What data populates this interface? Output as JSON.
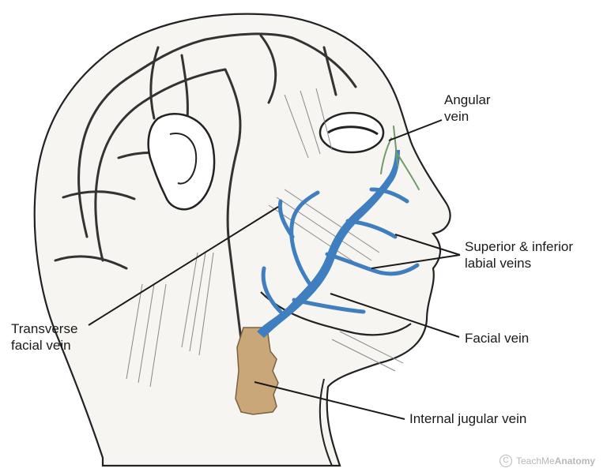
{
  "labels": {
    "angular": {
      "line1": "Angular",
      "line2": "vein"
    },
    "labial": {
      "line1": "Superior & inferior",
      "line2": "labial veins"
    },
    "transverse": {
      "line1": "Transverse",
      "line2": "facial vein"
    },
    "facial": {
      "text": "Facial vein"
    },
    "jugular": {
      "text": "Internal jugular vein"
    }
  },
  "brand": {
    "symbol": "C",
    "text_regular": "TeachMe",
    "text_bold": "Anatomy"
  },
  "colors": {
    "vein_blue": "#3f7fbf",
    "angular_green": "#6f9a6a",
    "jugular_tan": "#c9a779",
    "ink": "#222222",
    "skin": "#f7f5f1"
  }
}
